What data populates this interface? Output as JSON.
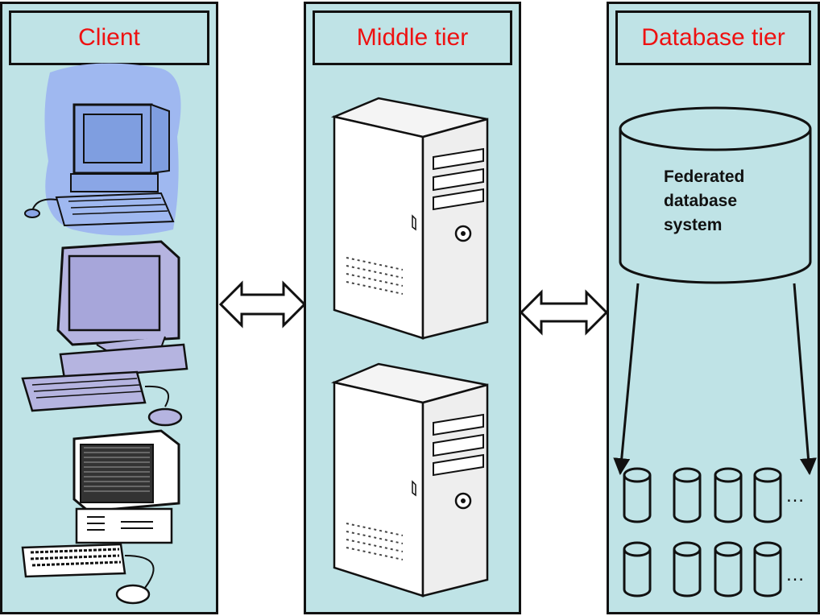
{
  "tiers": {
    "client": {
      "title": "Client"
    },
    "middle": {
      "title": "Middle tier"
    },
    "database": {
      "title": "Database tier",
      "federated_label": "Federated\ndatabase\nsystem",
      "more_marker": "…"
    }
  },
  "colors": {
    "panel": "#bfe3e6",
    "title": "#ee1111",
    "outline": "#111111"
  }
}
